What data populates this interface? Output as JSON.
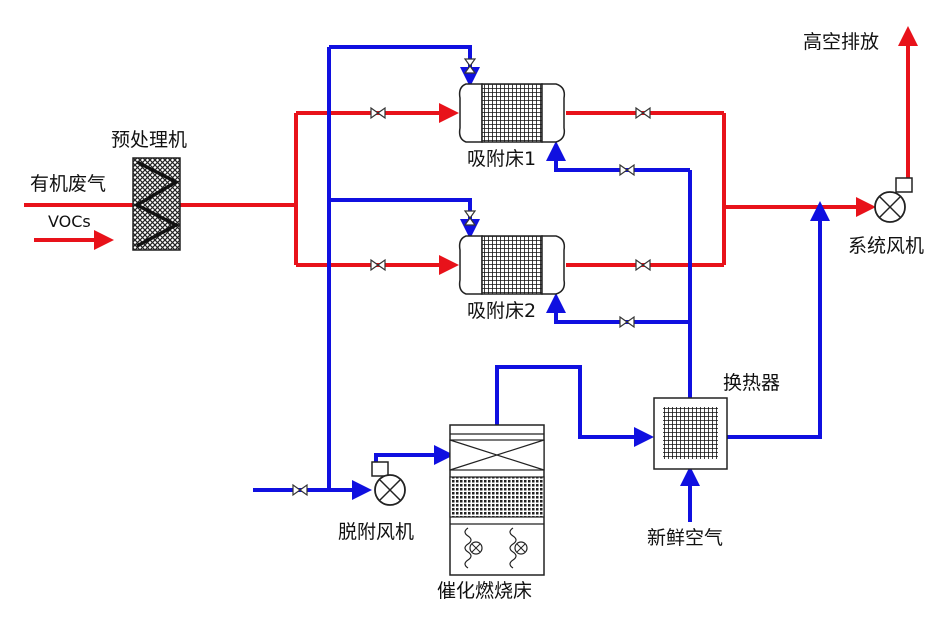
{
  "labels": {
    "pretreatment": "预处理机",
    "organic_gas": "有机废气",
    "vocs": "VOCs",
    "bed1": "吸附床1",
    "bed2": "吸附床2",
    "system_fan": "系统风机",
    "high_exhaust": "高空排放",
    "heat_exchanger": "换热器",
    "desorb_fan": "脱附风机",
    "catalytic_bed": "催化燃烧床",
    "fresh_air": "新鲜空气"
  },
  "colors": {
    "adsorption_line": "#e8121a",
    "desorption_line": "#1010e0"
  }
}
